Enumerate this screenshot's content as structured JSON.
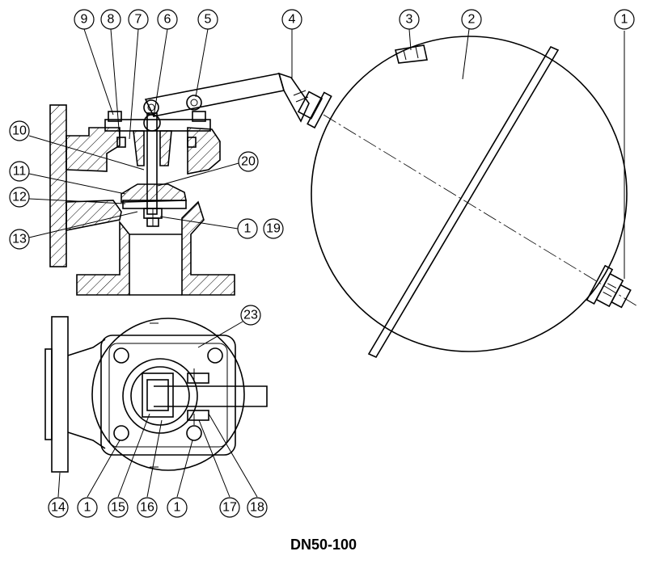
{
  "caption": "DN50-100",
  "callouts": {
    "c1a": "1",
    "c2": "2",
    "c3": "3",
    "c4": "4",
    "c5": "5",
    "c6": "6",
    "c7": "7",
    "c8": "8",
    "c9": "9",
    "c10": "10",
    "c11": "11",
    "c12": "12",
    "c13": "13",
    "c1b": "1",
    "c19": "19",
    "c20": "20",
    "c23": "23",
    "c14": "14",
    "c1c": "1",
    "c15": "15",
    "c16": "16",
    "c1d": "1",
    "c17": "17",
    "c18": "18"
  }
}
